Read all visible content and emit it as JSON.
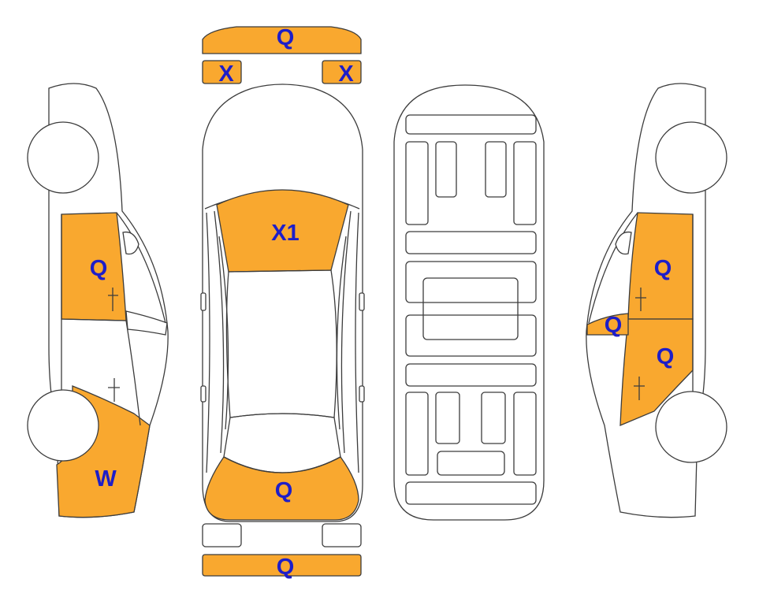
{
  "colors": {
    "damage_fill": "#F9A82F",
    "label_text": "#1E1EC8",
    "outline": "#3C3C3C",
    "background": "#FFFFFF"
  },
  "labels": {
    "front_bumper": "Q",
    "headlight_left": "X",
    "headlight_right": "X",
    "windshield": "X1",
    "rear_window": "Q",
    "rear_bumper": "Q",
    "left_front_door": "Q",
    "left_front_fender": "W",
    "right_front_door": "Q",
    "right_rear_door": "Q",
    "right_mirror": "Q"
  }
}
